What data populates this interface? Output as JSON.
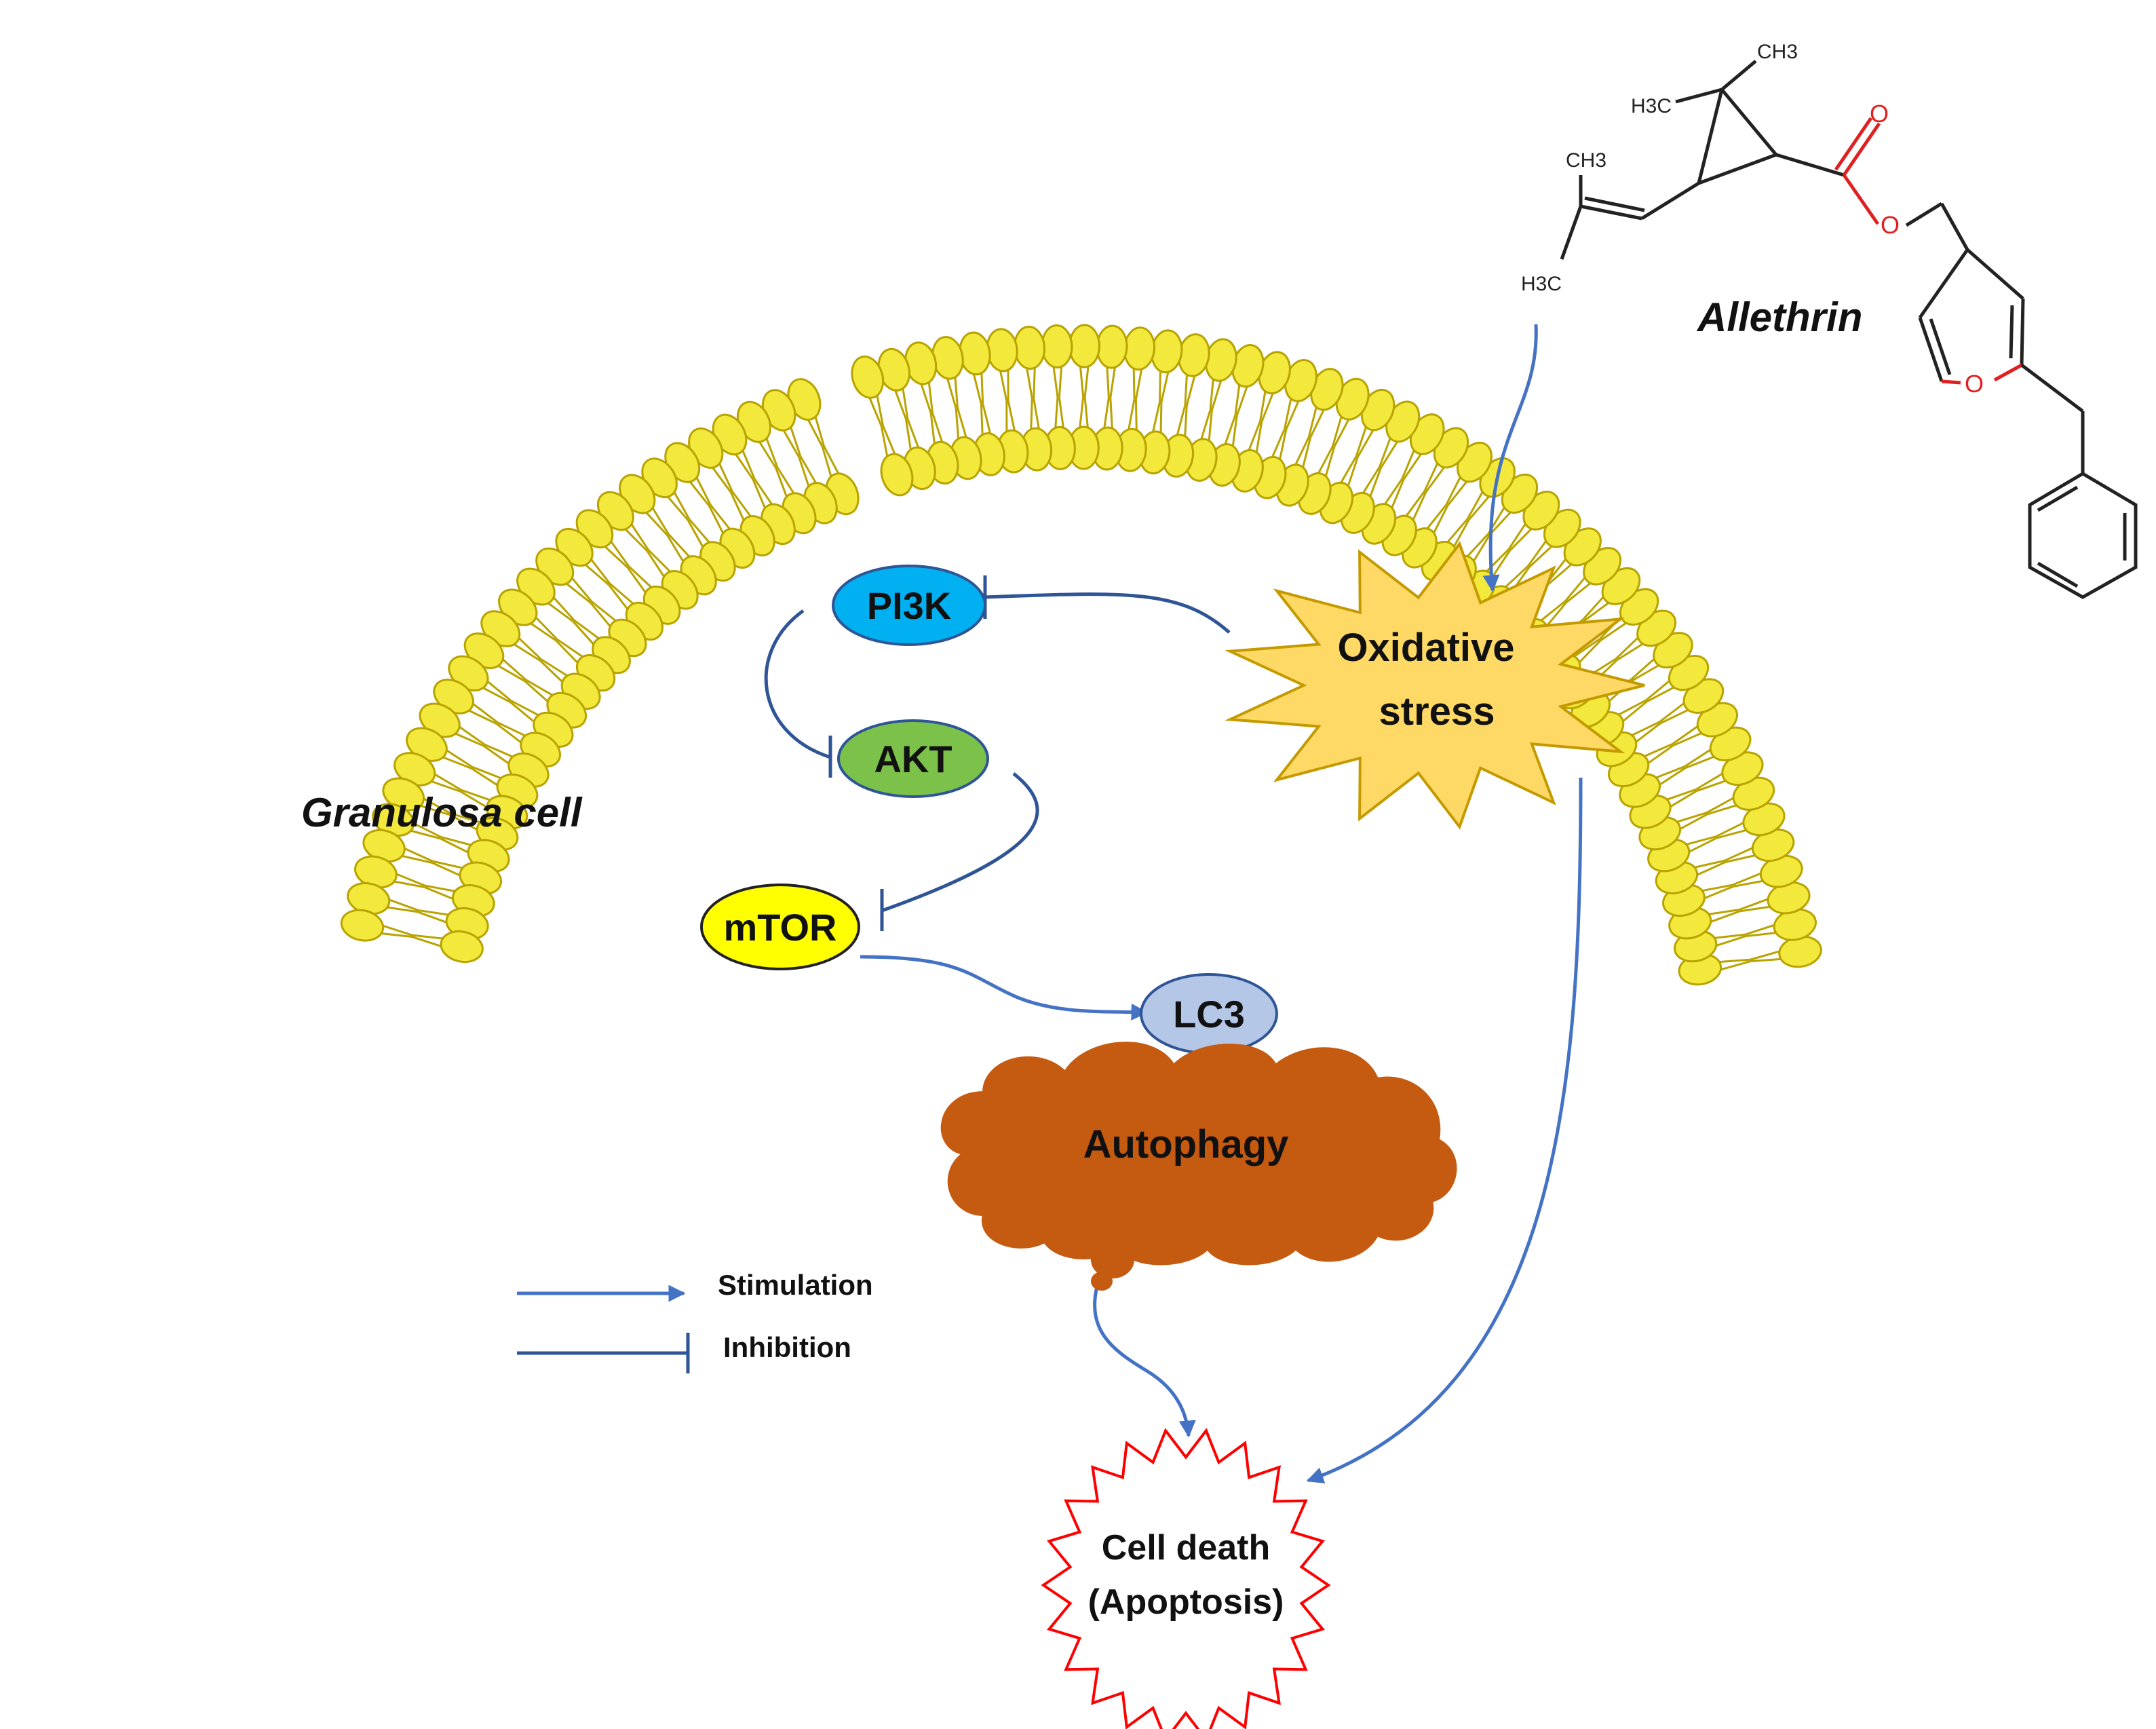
{
  "labels": {
    "allethrin": "Allethrin",
    "granulosa_cell": "Granulosa cell",
    "oxidative_line1": "Oxidative",
    "oxidative_line2": "stress",
    "pi3k": "PI3K",
    "akt": "AKT",
    "mtor": "mTOR",
    "lc3": "LC3",
    "autophagy": "Autophagy",
    "cell_death_line1": "Cell death",
    "cell_death_line2": "(Apoptosis)"
  },
  "legend": {
    "stimulation": "Stimulation",
    "inhibition": "Inhibition"
  },
  "molecule": {
    "ch3_top": "CH3",
    "h3c_upper": "H3C",
    "ch3_mid": "CH3",
    "h3c_lower": "H3C",
    "oxygen_carbonyl": "O",
    "oxygen_ester": "O",
    "oxygen_ring": "O"
  },
  "colors": {
    "arrow": "#4472c4",
    "inhibit": "#2f5597",
    "lipid_head": "#f2e93c",
    "lipid_stroke": "#b8a300",
    "pi3k": "#00b0f0",
    "akt": "#7cc24a",
    "mtor": "#ffff00",
    "lc3": "#b4c7e7",
    "autophagy": "#c55a11",
    "oxidative": "#ffd966",
    "oxidative_stroke": "#c49a00",
    "cell_death_stroke": "#ff0000",
    "oxygen": "#e02020"
  }
}
